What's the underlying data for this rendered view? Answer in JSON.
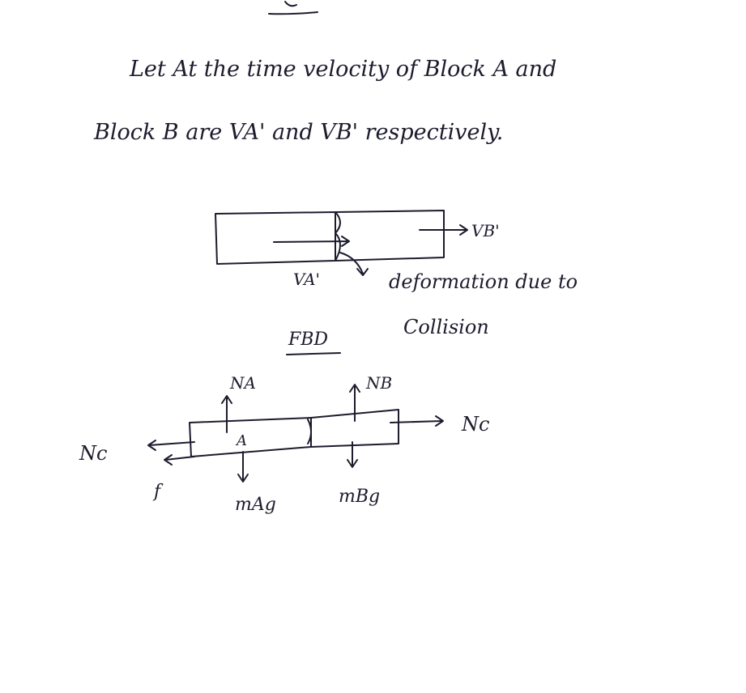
{
  "text": {
    "line1": "Let At the time velocity of Block A and",
    "line2": "Block B are VA' and VB' respectively."
  },
  "sketch1": {
    "va_label": "VA'",
    "vb_label": "VB'",
    "deformation_note_1": "deformation due to",
    "deformation_note_2": "Collision"
  },
  "fbd": {
    "title": "FBD",
    "na": "NA",
    "nb": "NB",
    "block_a": "A",
    "nc_left": "Nc",
    "nc_right": "Nc",
    "friction": "f",
    "weight_a": "mAg",
    "weight_b": "mBg"
  }
}
